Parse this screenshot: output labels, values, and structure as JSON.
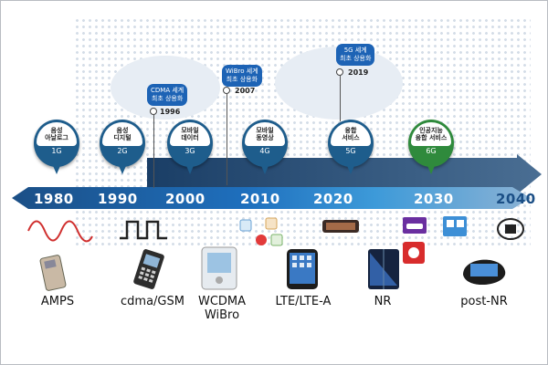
{
  "decades": [
    "1980",
    "1990",
    "2000",
    "2010",
    "2020",
    "2030",
    "2040"
  ],
  "generations": [
    {
      "service": "음성\n아날로그",
      "gen": "1G"
    },
    {
      "service": "음성\n디지털",
      "gen": "2G"
    },
    {
      "service": "모바일\n데이터",
      "gen": "3G"
    },
    {
      "service": "모바일\n동영상",
      "gen": "4G"
    },
    {
      "service": "융합\n서비스",
      "gen": "5G"
    },
    {
      "service": "인공지능\n융합 서비스",
      "gen": "6G"
    }
  ],
  "milestones": [
    {
      "callout": "",
      "year": "1996"
    },
    {
      "callout": "CDMA 세계\n최초 상용화",
      "year": "2007"
    },
    {
      "callout": "WiBro 세계\n최초 상용화",
      "year": ""
    },
    {
      "callout": "5G 세계\n최초 상용화",
      "year": "2019"
    }
  ],
  "technologies": [
    "AMPS",
    "cdma/GSM",
    "WCDMA\nWiBro",
    "LTE/LTE-A",
    "NR",
    "post-NR"
  ],
  "icons": [
    "analog-wave-icon",
    "digital-square-wave-icon",
    "brick-phone-icon",
    "flip-phone-icon",
    "pda-phone-icon",
    "app-icons",
    "smartphone-icon",
    "foldable-phone-icon",
    "vr-headset-icon",
    "robot-icon",
    "ai-brain-icon",
    "wearable-band-icon"
  ],
  "colors": {
    "arrow_dark": "#1b4f86",
    "arrow_light": "#3d9ad9",
    "bubble": "#1e5d8c",
    "bubble_6g": "#2f8a3c",
    "callout": "#1d63b5",
    "wave": "#d0302f"
  }
}
